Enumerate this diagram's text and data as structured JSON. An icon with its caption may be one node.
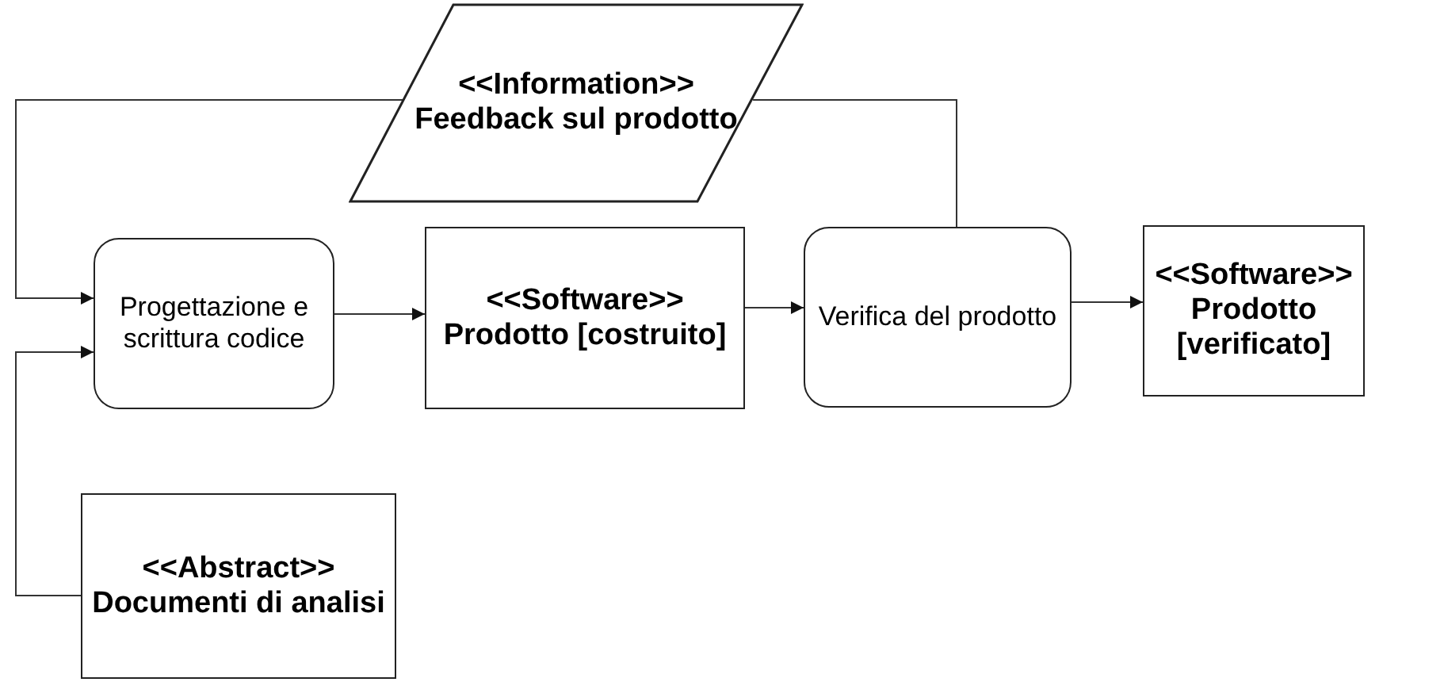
{
  "diagram": {
    "nodes": [
      {
        "text": [
          "<<Information>>",
          "Feedback sul prodotto"
        ]
      },
      {
        "text": [
          "Progettazione e scrittura codice"
        ]
      },
      {
        "text": [
          "<<Software>>",
          "Prodotto [costruito]"
        ]
      },
      {
        "text": [
          "Verifica del prodotto"
        ]
      },
      {
        "text": [
          "<<Software>>",
          "Prodotto [verificato]"
        ]
      },
      {
        "text": [
          "<<Abstract>>",
          "Documenti di analisi"
        ]
      }
    ],
    "edges": [
      {
        "from": 3,
        "to": 0,
        "arrow": "none"
      },
      {
        "from": 0,
        "to": 1,
        "arrow": "to"
      },
      {
        "from": 5,
        "to": 1,
        "arrow": "to"
      },
      {
        "from": 1,
        "to": 2,
        "arrow": "to"
      },
      {
        "from": 2,
        "to": 3,
        "arrow": "to"
      },
      {
        "from": 3,
        "to": 4,
        "arrow": "to"
      }
    ]
  }
}
